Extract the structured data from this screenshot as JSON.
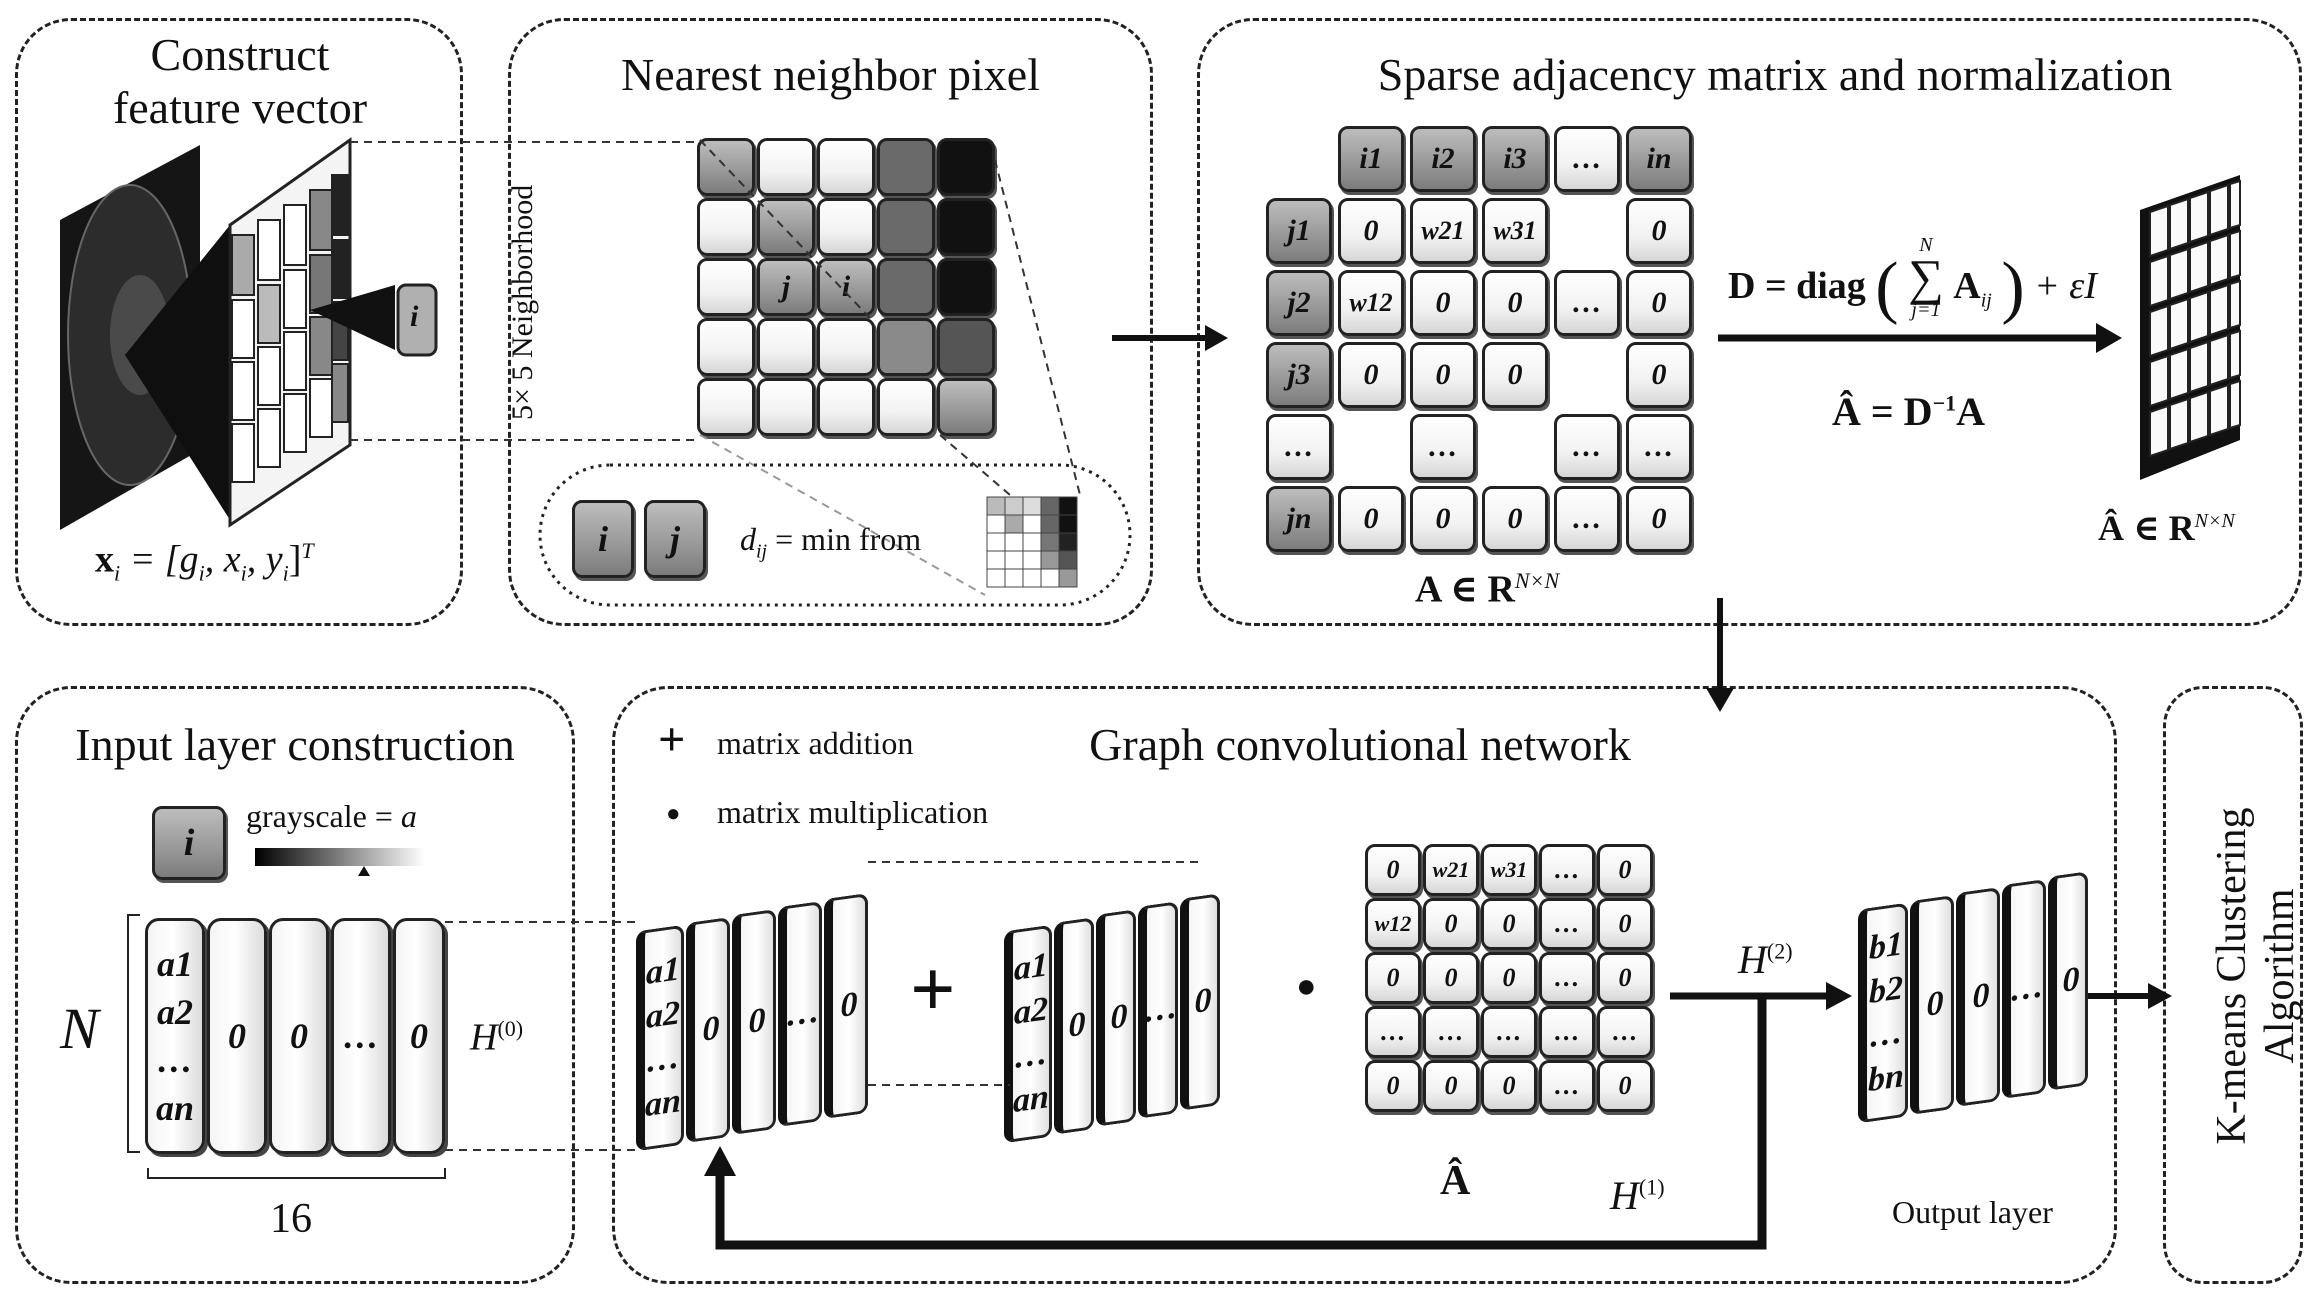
{
  "panels": {
    "feature": {
      "title_line1": "Construct",
      "title_line2": "feature vector",
      "formula_x": "x",
      "formula_i": "i",
      "formula_rest": " = [g",
      "formula_g_i": "i",
      "formula_xx": ", x",
      "formula_x_i": "i",
      "formula_y": ", y",
      "formula_y_i": "i",
      "formula_close": "]",
      "formula_T": "T",
      "pixel_label": "i"
    },
    "neighbor": {
      "title": "Nearest neighbor pixel",
      "neighborhood_label": "5× 5  Neighborhood",
      "j_label": "j",
      "i_label": "i",
      "legend_i": "i",
      "legend_j": "j",
      "dij_d": "d",
      "dij_sub": "ij",
      "dij_text": " = min  from"
    },
    "sparse": {
      "title": "Sparse adjacency matrix and normalization",
      "col_headers": [
        "i1",
        "i2",
        "i3",
        "…",
        "in"
      ],
      "row_headers": [
        "j1",
        "j2",
        "j3",
        "…",
        "jn"
      ],
      "rows": [
        [
          "0",
          "w21",
          "w31",
          "",
          "0"
        ],
        [
          "w12",
          "0",
          "0",
          "…",
          "0"
        ],
        [
          "0",
          "0",
          "0",
          "",
          "0"
        ],
        [
          "…",
          "",
          "…",
          "…",
          "…"
        ],
        [
          "0",
          "0",
          "0",
          "…",
          "0"
        ]
      ],
      "matrix_label_A": "A ∈ R",
      "matrix_label_sup": "N×N",
      "D_formula_lhs": "D = diag",
      "D_formula_sum_top": "N",
      "D_formula_sum_bottom": "j=1",
      "D_formula_A": "A",
      "D_formula_A_sub": "ij",
      "D_formula_rhs": "+ εI",
      "Ahat_formula": "Â = D",
      "Ahat_formula_sup": "−1",
      "Ahat_formula_end": "A",
      "Ahat_label": "Â ∈ R",
      "Ahat_label_sup": "N×N"
    },
    "input": {
      "title": "Input layer construction",
      "legend_i": "i",
      "grayscale_text": "grayscale = ",
      "grayscale_var": "a",
      "N_label": "N",
      "columns": [
        "a1 a2 … an",
        "0",
        "0",
        "…",
        "0"
      ],
      "col_a": [
        "a1",
        "a2",
        "…",
        "an"
      ],
      "H0": "H",
      "H0_sup": "(0)",
      "width_label": "16"
    },
    "gcn": {
      "title": "Graph convolutional network",
      "legend_plus": "matrix addition",
      "legend_dot": "matrix multiplication",
      "plus_symbol": "+",
      "dot_symbol": "●",
      "left_cols": [
        "0",
        "0",
        "…",
        "0"
      ],
      "right_cols": [
        "0",
        "0",
        "…",
        "0"
      ],
      "ahat_rows": [
        [
          "0",
          "w21",
          "w31",
          "…",
          "0"
        ],
        [
          "w12",
          "0",
          "0",
          "…",
          "0"
        ],
        [
          "0",
          "0",
          "0",
          "…",
          "0"
        ],
        [
          "…",
          "…",
          "…",
          "…",
          "…"
        ],
        [
          "0",
          "0",
          "0",
          "…",
          "0"
        ]
      ],
      "ahat_label": "Â",
      "H2": "H",
      "H2_sup": "(2)",
      "H1": "H",
      "H1_sup": "(1)",
      "output_cols": [
        "0",
        "0",
        "…",
        "0"
      ],
      "output_b": [
        "b1",
        "b2",
        "…",
        "bn"
      ],
      "output_label": "Output layer"
    },
    "kmeans": {
      "line1": "K-means Clustering",
      "line2": "Algorithm"
    }
  }
}
